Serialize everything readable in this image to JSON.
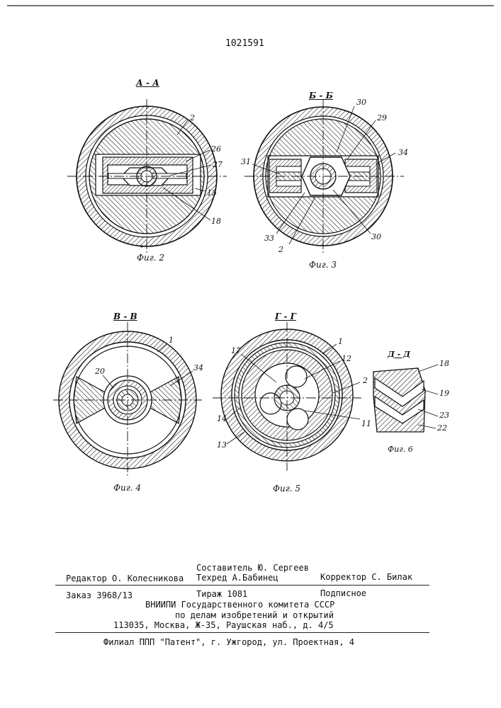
{
  "patent_number": "1021591",
  "figures": {
    "fig2": {
      "section": "А - А",
      "caption": "Фиг. 2",
      "labels": [
        "2",
        "26",
        "27",
        "15",
        "18"
      ]
    },
    "fig3": {
      "section": "Б - Б",
      "caption": "Фиг. 3",
      "labels": [
        "30",
        "29",
        "34",
        "31",
        "33",
        "2",
        "30"
      ]
    },
    "fig4": {
      "section": "В - В",
      "caption": "Фиг. 4",
      "labels": [
        "1",
        "20",
        "34"
      ]
    },
    "fig5": {
      "section": "Г - Г",
      "caption": "Фиг. 5",
      "labels": [
        "1",
        "17",
        "12",
        "2",
        "14",
        "11",
        "13"
      ]
    },
    "fig6": {
      "section": "Д - Д",
      "caption": "Фиг. 6",
      "labels": [
        "18",
        "19",
        "23",
        "22"
      ]
    }
  },
  "imprint": {
    "compiler": "Составитель Ю. Сергеев",
    "editor": "Редактор О. Колесникова",
    "tech_editor": "Техред А.Бабинец",
    "proofreader": "Корректор С. Билак",
    "order": "Заказ 3968/13",
    "print_run": "Тираж 1081",
    "subscription": "Подписное",
    "org_line1": "ВНИИПИ Государственного комитета СССР",
    "org_line2": "по делам изобретений и открытий",
    "address": "113035, Москва, Ж-35, Раушская наб., д. 4/5",
    "branch": "Филиал ППП \"Патент\", г. Ужгород, ул. Проектная, 4"
  }
}
